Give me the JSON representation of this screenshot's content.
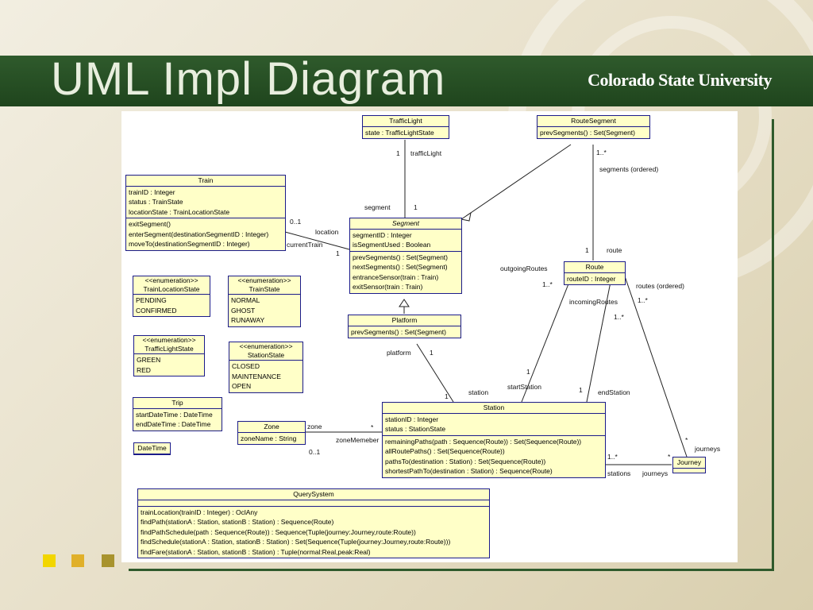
{
  "slide": {
    "title": "UML Impl Diagram",
    "brand": "Colorado State University",
    "bullet_colors": [
      "#f2d600",
      "#e0b02a",
      "#a8932e"
    ]
  },
  "classes": {
    "traffic_light": {
      "name": "TrafficLight",
      "attrs": [
        "state : TrafficLightState"
      ]
    },
    "route_segment": {
      "name": "RouteSegment",
      "ops": [
        "prevSegments() : Set(Segment)"
      ]
    },
    "train": {
      "name": "Train",
      "attrs": [
        "trainID : Integer",
        "status : TrainState",
        "locationState : TrainLocationState"
      ],
      "ops": [
        "exitSegment()",
        "enterSegment(destinationSegmentID : Integer)",
        "moveTo(destinationSegmentID : Integer)"
      ]
    },
    "segment": {
      "name": "Segment",
      "attrs": [
        "segmentID : Integer",
        "isSegmentUsed : Boolean"
      ],
      "ops": [
        "prevSegments() : Set(Segment)",
        "nextSegments() : Set(Segment)",
        "entranceSensor(train : Train)",
        "exitSensor(train : Train)"
      ]
    },
    "platform": {
      "name": "Platform",
      "ops": [
        "prevSegments() : Set(Segment)"
      ]
    },
    "route": {
      "name": "Route",
      "attrs": [
        "routeID : Integer"
      ]
    },
    "station": {
      "name": "Station",
      "attrs": [
        "stationID : Integer",
        "status : StationState"
      ],
      "ops": [
        "remainingPaths(path : Sequence(Route)) : Set(Sequence(Route))",
        "allRoutePaths() : Set(Sequence(Route))",
        "pathsTo(destination : Station) : Set(Sequence(Route))",
        "shortestPathTo(destination : Station) : Sequence(Route)"
      ]
    },
    "zone": {
      "name": "Zone",
      "attrs": [
        "zoneName : String"
      ]
    },
    "journey": {
      "name": "Journey"
    },
    "trip": {
      "name": "Trip",
      "attrs": [
        "startDateTime : DateTime",
        "endDateTime : DateTime"
      ]
    },
    "datetime": {
      "name": "DateTime"
    },
    "query_system": {
      "name": "QuerySystem",
      "ops": [
        "trainLocation(trainID : Integer) : OclAny",
        "findPath(stationA : Station, stationB : Station) : Sequence(Route)",
        "findPathSchedule(path : Sequence(Route)) : Sequence(Tuple(journey:Journey,route:Route))",
        "findSchedule(stationA : Station, stationB : Station) : Set(Sequence(Tuple(journey:Journey,route:Route)))",
        "findFare(stationA : Station, stationB : Station) : Tuple(normal:Real,peak:Real)"
      ]
    }
  },
  "enums": {
    "train_location_state": {
      "stereotype": "<<enumeration>>",
      "name": "TrainLocationState",
      "values": [
        "PENDING",
        "CONFIRMED"
      ]
    },
    "train_state": {
      "stereotype": "<<enumeration>>",
      "name": "TrainState",
      "values": [
        "NORMAL",
        "GHOST",
        "RUNAWAY"
      ]
    },
    "traffic_light_state": {
      "stereotype": "<<enumeration>>",
      "name": "TrafficLightState",
      "values": [
        "GREEN",
        "RED"
      ]
    },
    "station_state": {
      "stereotype": "<<enumeration>>",
      "name": "StationState",
      "values": [
        "CLOSED",
        "MAINTENANCE",
        "OPEN"
      ]
    }
  },
  "assoc_labels": {
    "tl_mult": "1",
    "tl_role": "trafficLight",
    "seg_role": "segment",
    "seg_mult": "1",
    "rs_mult": "1..*",
    "rs_role": "segments (ordered)",
    "route_mult": "1",
    "route_role": "route",
    "train_mult": "0..1",
    "location": "location",
    "current_train": "currentTrain",
    "seg_mult2": "1",
    "outgoing_routes": "outgoingRoutes",
    "out_mult": "1..*",
    "incoming_routes": "incomingRoutes",
    "in_mult": "1..*",
    "routes_ordered": "routes (ordered)",
    "routes_mult": "1..*",
    "platform_role": "platform",
    "platform_mult": "1",
    "station_mult": "1",
    "station_role": "station",
    "start_mult": "1",
    "start_station": "startStation",
    "end_mult": "1",
    "end_station": "endStation",
    "zone_role": "zone",
    "zone_star": "*",
    "zone_members": "zoneMemeber",
    "zone_mult": "0..1",
    "journeys_star": "*",
    "journeys_role": "journeys",
    "stations_mult": "1..*",
    "stations_role": "stations",
    "journeys_star2": "*",
    "journeys_role2": "journeys"
  }
}
